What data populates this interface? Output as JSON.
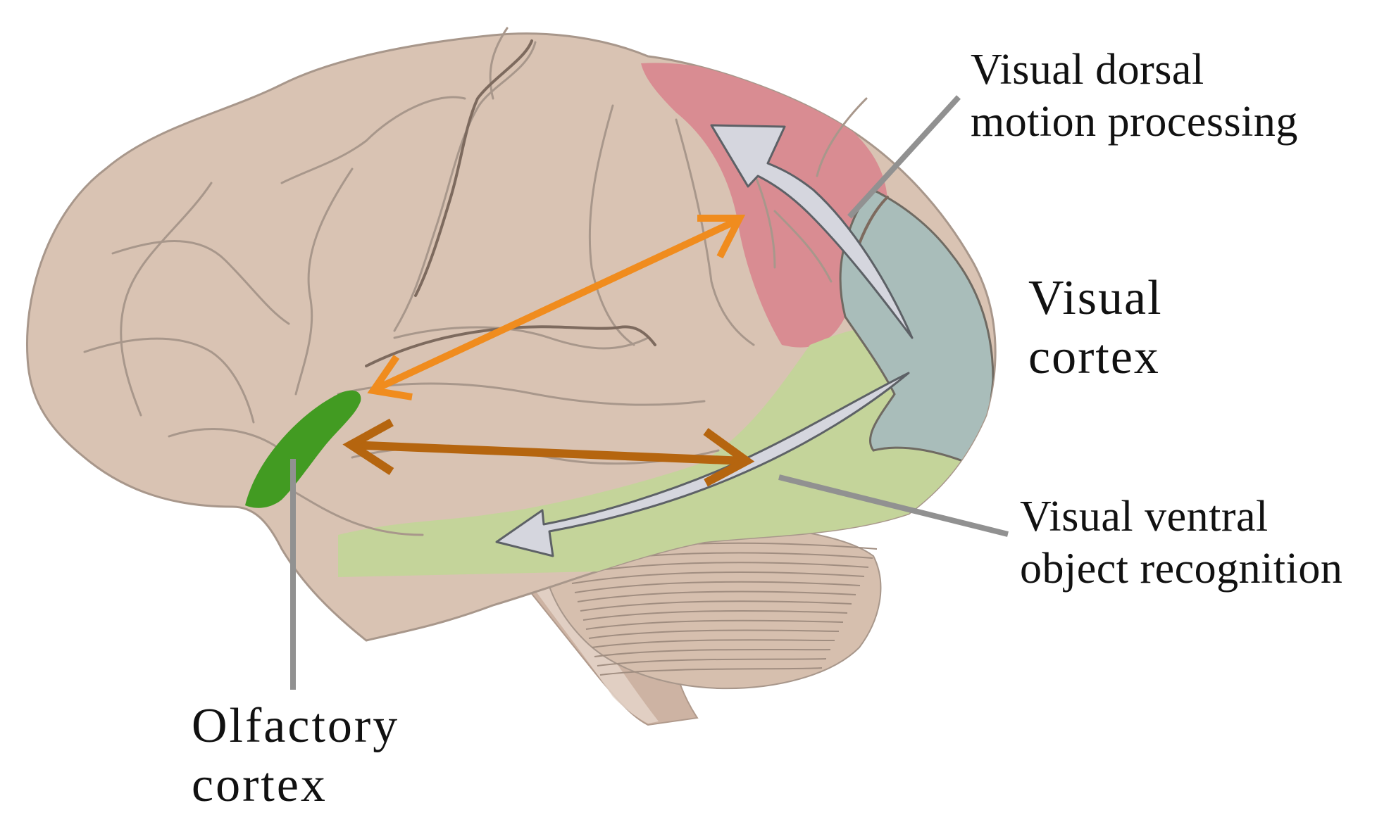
{
  "figure": {
    "subject": "Lateral view of the human brain with sensory cortex regions and processing pathways",
    "colors": {
      "cortex_base": "#d9c3b3",
      "sulcus_line": "#a8978b",
      "deep_sulcus": "#7d6a5e",
      "dorsal_region": "#d98c92",
      "visual_cortex_region": "#a9bdba",
      "ventral_region": "#c4d49a",
      "olfactory_region": "#429b22",
      "cerebellum": "#d6bfae",
      "brainstem": "#cdb3a3",
      "pathway_arrow_fill": "#d5d6de",
      "pathway_arrow_stroke": "#5d6166",
      "orange_arrow": "#f08c1e",
      "brown_arrow": "#b5650f",
      "leader_line": "#919191"
    }
  },
  "labels": {
    "dorsal": {
      "line1": "Visual dorsal",
      "line2": "motion processing"
    },
    "visual_cortex": {
      "line1": "Visual",
      "line2": "cortex"
    },
    "ventral": {
      "line1": "Visual ventral",
      "line2": "object recognition"
    },
    "olfactory": {
      "line1": "Olfactory",
      "line2": "cortex"
    }
  },
  "arrows": [
    {
      "name": "orange-bidirectional-arrow",
      "from": "olfactory cortex",
      "to": "dorsal region",
      "style": "double-headed"
    },
    {
      "name": "brown-bidirectional-arrow",
      "from": "olfactory cortex",
      "to": "ventral region",
      "style": "double-headed"
    },
    {
      "name": "dorsal-stream-arrow",
      "from": "visual cortex",
      "to": "dorsal region",
      "style": "curved-upward"
    },
    {
      "name": "ventral-stream-arrow",
      "from": "visual cortex",
      "to": "temporal lobe",
      "style": "curved-forward"
    }
  ]
}
